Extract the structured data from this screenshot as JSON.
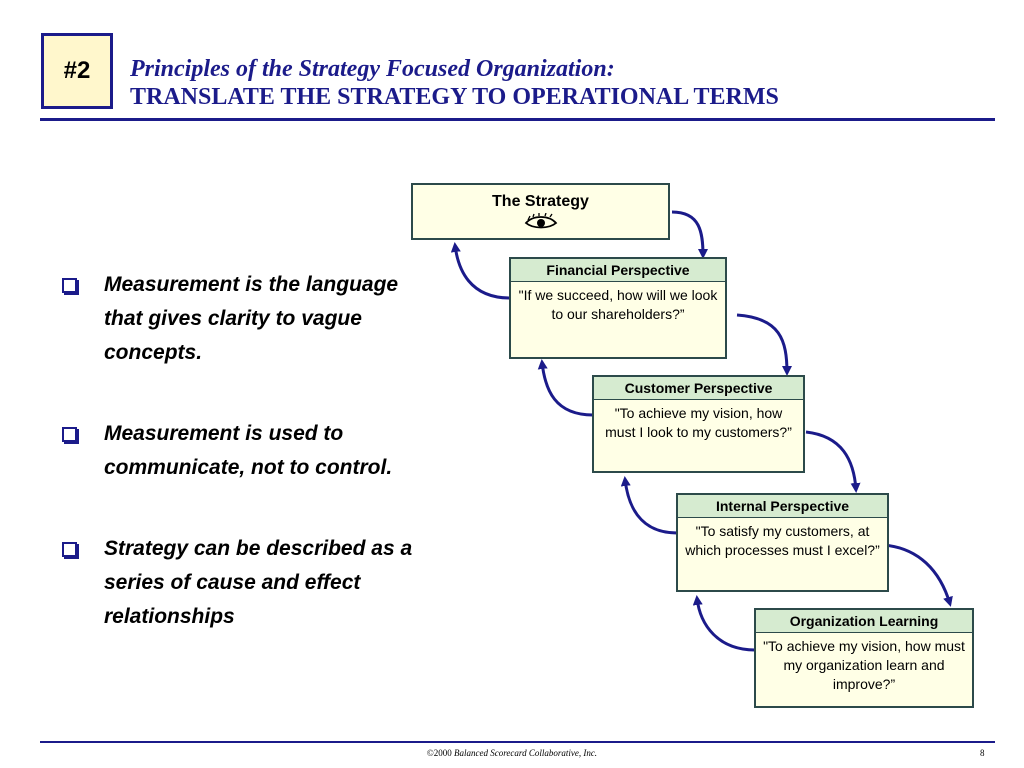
{
  "badge": "#2",
  "title": {
    "line1": "Principles of the Strategy Focused Organization:",
    "line2": "TRANSLATE THE STRATEGY TO OPERATIONAL TERMS"
  },
  "bullets": [
    "Measurement is the language that gives clarity to vague concepts.",
    "Measurement is used to communicate, not to control.",
    "Strategy can be described as a series of cause and effect relationships"
  ],
  "strategy": {
    "label": "The Strategy",
    "icon": "eye-icon"
  },
  "perspectives": [
    {
      "header": "Financial Perspective",
      "text": "\"If we succeed, how will we look to our shareholders?”"
    },
    {
      "header": "Customer Perspective",
      "text": "\"To achieve my vision, how must I look to my customers?”"
    },
    {
      "header": "Internal Perspective",
      "text": "\"To satisfy my customers, at which processes must I excel?”"
    },
    {
      "header": "Organization Learning",
      "text": "\"To achieve my vision, how must my organization learn and improve?”"
    }
  ],
  "footer": {
    "copyright": "©2000",
    "org": "Balanced Scorecard Collaborative, Inc.",
    "page": "8"
  },
  "colors": {
    "navy": "#1b1b8a",
    "card_bg": "#ffffe6",
    "header_bg": "#d6ebd0",
    "badge_bg": "#fff7cc"
  }
}
